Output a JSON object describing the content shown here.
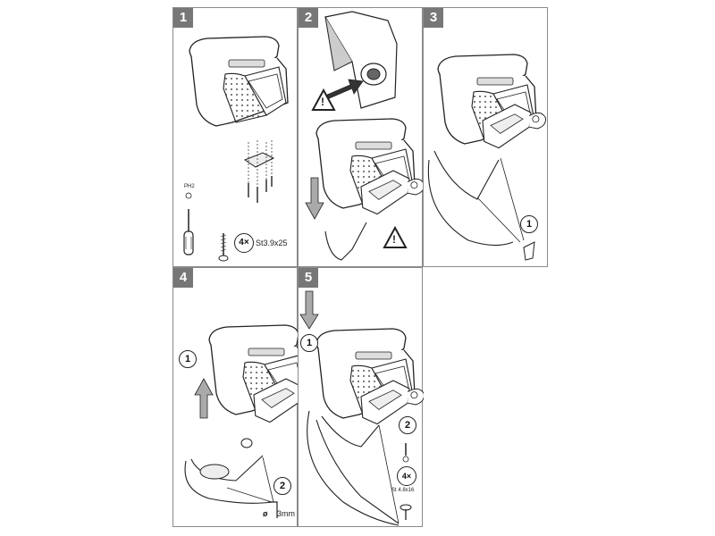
{
  "steps": [
    {
      "number": "1"
    },
    {
      "number": "2"
    },
    {
      "number": "3"
    },
    {
      "number": "4"
    },
    {
      "number": "5"
    }
  ],
  "step1": {
    "screw_count": "4×",
    "screw_spec": "St3.9x25",
    "driver_size": "PH2"
  },
  "step2": {
    "warning_symbol": "!"
  },
  "step3": {
    "callout": "1"
  },
  "step4": {
    "callout_1": "1",
    "callout_2": "2",
    "drill_size": "3mm",
    "drill_symbol": "ø"
  },
  "step5": {
    "callout_1": "1",
    "callout_2": "2",
    "screw_count": "4×",
    "screw_spec": "St 4.8x16"
  },
  "colors": {
    "panel_border": "#8a8a8a",
    "step_badge": "#777777",
    "line": "#222222",
    "dots": "#555555"
  }
}
